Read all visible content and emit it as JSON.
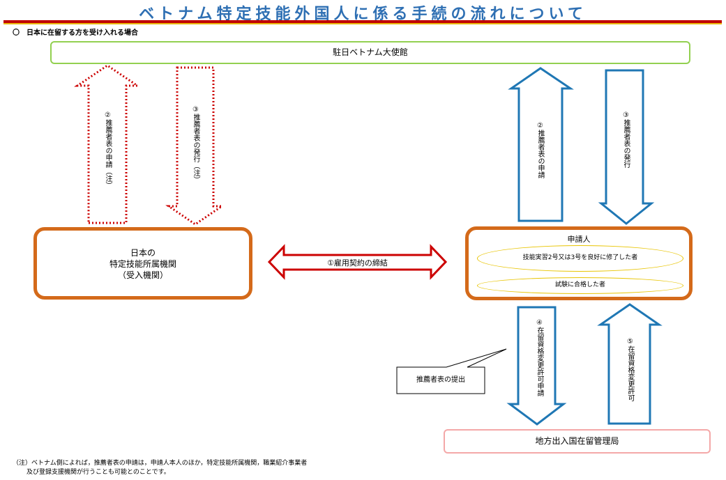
{
  "title": "ベトナム特定技能外国人に係る手続の流れについて",
  "section_heading": "〇　日本に在留する方を受け入れる場合",
  "nodes": {
    "embassy": "駐日ベトナム大使館",
    "receiving_org_line1": "日本の",
    "receiving_org_line2": "特定技能所属機関",
    "receiving_org_line3": "（受入機関）",
    "applicant": "申請人",
    "applicant_cond1": "技能実習2号又は3号を良好に修了した者",
    "applicant_cond2": "試験に合格した者",
    "immigration": "地方出入国在留管理局"
  },
  "flows": {
    "org_apply": "②推薦者表の申請（注）",
    "org_issue": "③推薦者表の発行（注）",
    "contract": "①雇用契約の締結",
    "applicant_apply": "②推薦者表の申請",
    "applicant_issue": "③推薦者表の発行",
    "status_change_apply": "④在留資格変更許可申請",
    "status_change_grant": "⑤在留資格変更許可"
  },
  "callout": "推薦者表の提出",
  "note_line1": "（注）ベトナム側によれば，推薦者表の申請は，申請人本人のほか，特定技能所属機関，職業紹介事業者",
  "note_line2": "及び登録支援機関が行うことも可能とのことです。",
  "colors": {
    "title": "#2e6fb3",
    "title_bar": "#c00000",
    "embassy_border": "#92d050",
    "immigration_border": "#f4a8a8",
    "node_border": "#d46a1a",
    "dotted_arrow": "#cc0000",
    "blue_arrow": "#1f77b4",
    "contract_arrow": "#cc0000",
    "oval": "#e8c400"
  }
}
